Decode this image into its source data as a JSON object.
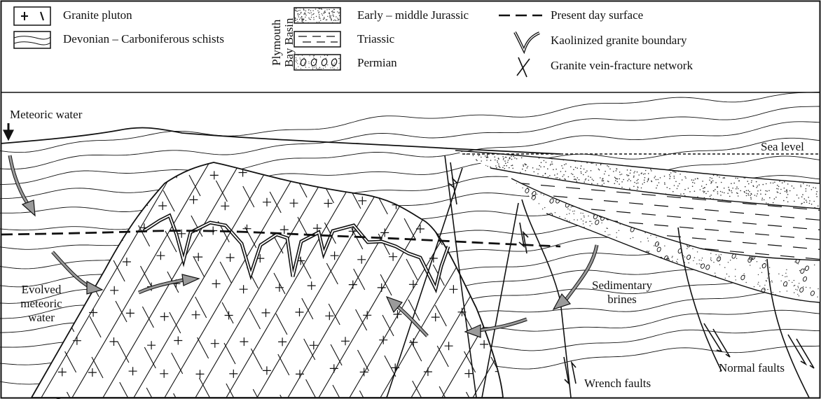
{
  "legend": {
    "granite_pluton": "Granite pluton",
    "schists": "Devonian – Carboniferous schists",
    "basin_line1": "Plymouth",
    "basin_line2": "Bay Basin",
    "jurassic": "Early – middle Jurassic",
    "triassic": "Triassic",
    "permian": "Permian",
    "present_surface": "Present day surface",
    "kaolinized": "Kaolinized granite boundary",
    "vein_network": "Granite vein-fracture network"
  },
  "labels": {
    "meteoric_water": "Meteoric water",
    "sea_level": "Sea level",
    "evolved_1": "Evolved",
    "evolved_2": "meteoric",
    "evolved_3": "water",
    "brines_1": "Sedimentary",
    "brines_2": "brines",
    "normal_faults": "Normal faults",
    "wrench_faults": "Wrench faults"
  },
  "colors": {
    "ink": "#111111",
    "arrow_fill": "#9a9a9a",
    "stipple": "#333333"
  }
}
